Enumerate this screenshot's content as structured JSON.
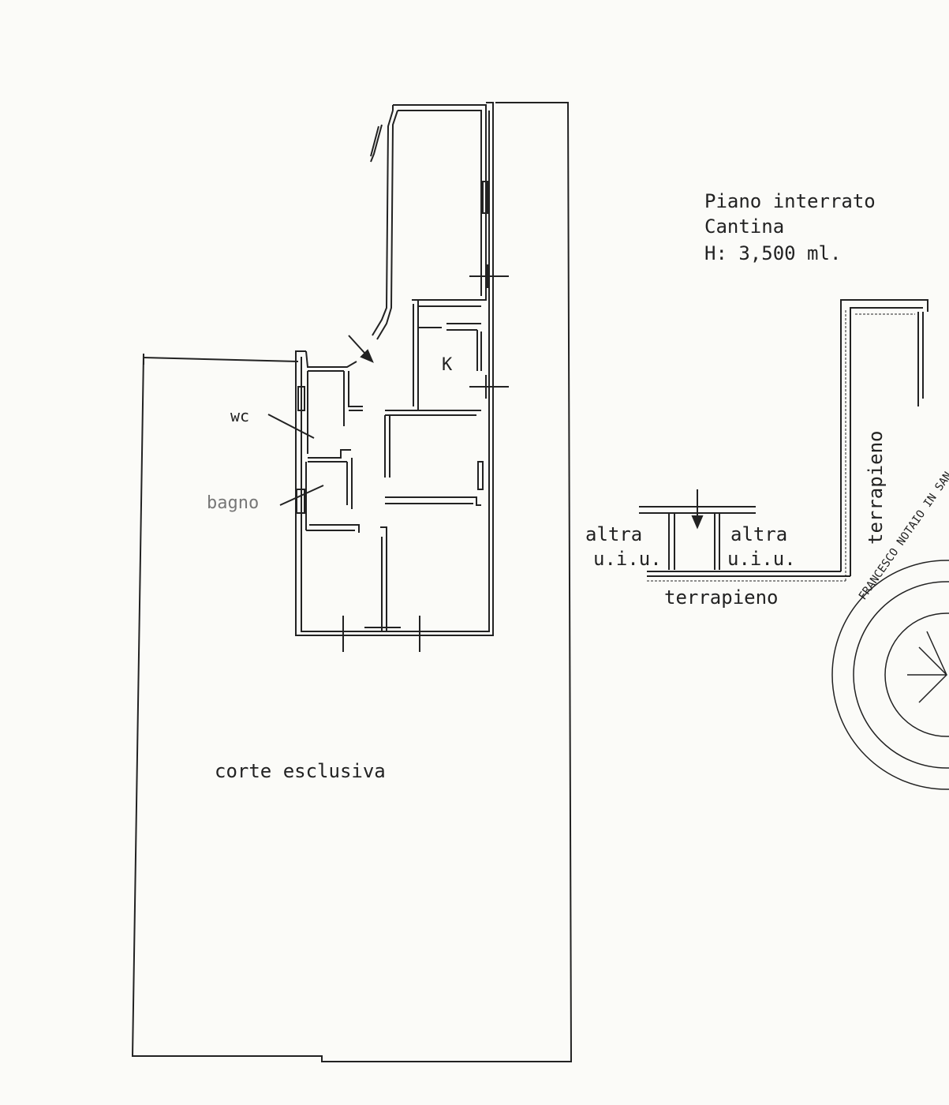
{
  "title_block": {
    "line1": "Piano interrato",
    "line2": "Cantina",
    "line3": "H: 3,500 ml."
  },
  "rooms": {
    "kitchen": "K",
    "wc": "wc",
    "bathroom": "bagno",
    "courtyard": "corte esclusiva"
  },
  "cellar": {
    "other_unit_left_1": "altra",
    "other_unit_left_2": "u.i.u.",
    "other_unit_right_1": "altra",
    "other_unit_right_2": "u.i.u.",
    "embankment_bottom": "terrapieno",
    "embankment_side": "terrapieno"
  },
  "stamp": {
    "ring_text": "FRANCESCO NOTAIO IN SAN"
  },
  "colors": {
    "ink": "#222222",
    "paper": "#fbfbf8"
  }
}
